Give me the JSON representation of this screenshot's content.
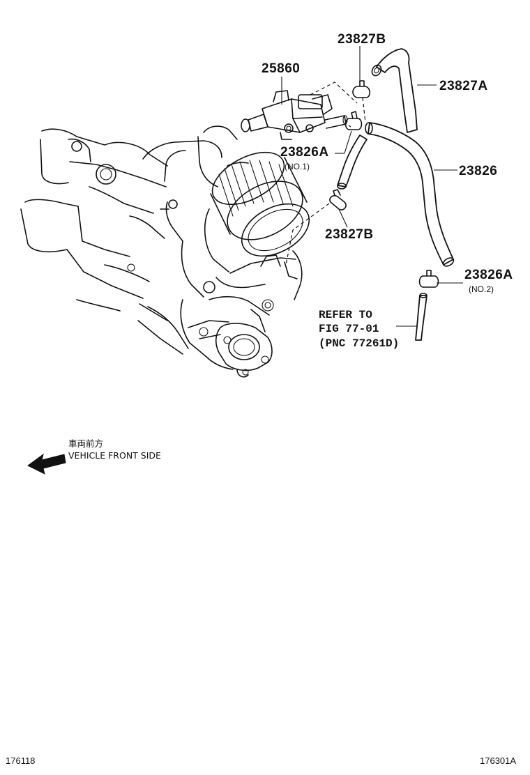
{
  "callouts": {
    "p25860": "25860",
    "p23827B_top": "23827B",
    "p23827A": "23827A",
    "p23826A_no1": "23826A",
    "p23826A_no1_sub": "(NO.1)",
    "p23826": "23826",
    "p23827B_mid": "23827B",
    "p23826A_no2": "23826A",
    "p23826A_no2_sub": "(NO.2)"
  },
  "reference": {
    "line1": "REFER TO",
    "line2": "FIG 77-01",
    "line3": "(PNC 77261D)"
  },
  "orientation": {
    "jp_label": "車両前方",
    "en_label": "VEHICLE FRONT SIDE"
  },
  "footer": {
    "left_code": "176118",
    "right_code": "176301A"
  }
}
